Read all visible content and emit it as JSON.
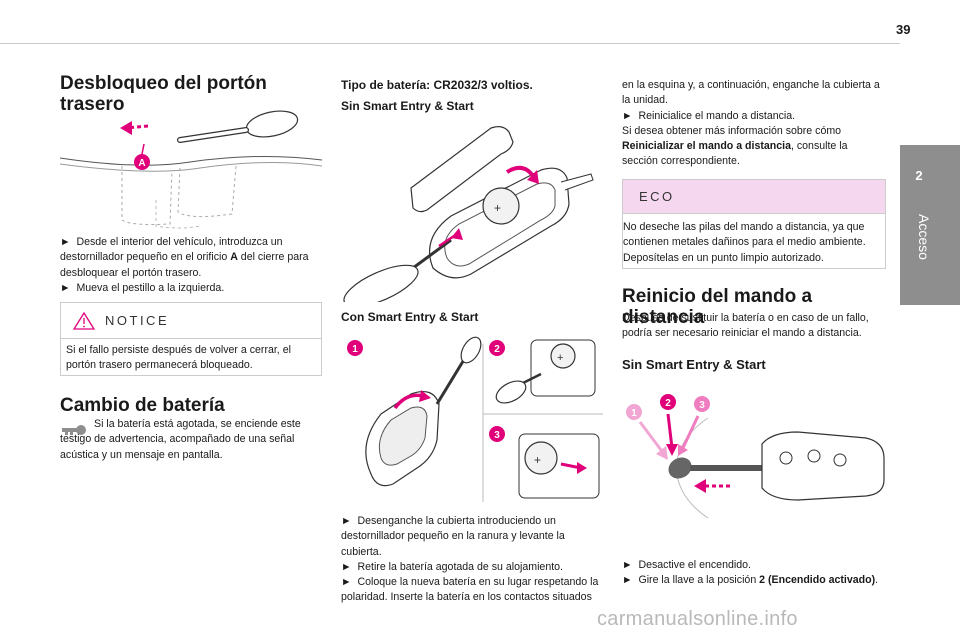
{
  "header": {
    "page_number": "39"
  },
  "side_tab": {
    "chapter": "2",
    "title": "Acceso"
  },
  "col1": {
    "heading1": "Desbloqueo del portón trasero",
    "illus1_marker": "A",
    "step1_arrow": "►",
    "step1_a": "Desde el interior del vehículo, introduzca un destornillador pequeño en el orificio ",
    "step1_bold": "A",
    "step1_b": " del cierre para desbloquear el portón trasero.",
    "step2_arrow": "►",
    "step2": "Mueva el pestillo a la izquierda.",
    "notice_label": "NOTICE",
    "notice_text": "Si el fallo persiste después de volver a cerrar, el portón trasero permanecerá bloqueado.",
    "heading2": "Cambio de batería",
    "battery_text": "Si la batería está agotada, se enciende este testigo de advertencia, acompañado de una señal acústica y un mensaje en pantalla."
  },
  "col2": {
    "battery_type": "Tipo de batería: CR2032/3 voltios.",
    "sub1": "Sin Smart Entry & Start",
    "sub2": "Con Smart Entry & Start",
    "badges": [
      "1",
      "2",
      "3"
    ],
    "step1_arrow": "►",
    "step1": "Desenganche la cubierta introduciendo un destornillador pequeño en la ranura y levante la cubierta.",
    "step2_arrow": "►",
    "step2": "Retire la batería agotada de su alojamiento.",
    "step3_arrow": "►",
    "step3": "Coloque la nueva batería en su lugar respetando la polaridad. Inserte la batería en los contactos situados"
  },
  "col3": {
    "cont_text": "en la esquina y, a continuación, enganche la cubierta a la unidad.",
    "step4_arrow": "►",
    "step4": "Reinicialice el mando a distancia.",
    "info_a": "Si desea obtener más información sobre cómo ",
    "info_bold": "Reinicializar el mando a distancia",
    "info_b": ", consulte la sección correspondiente.",
    "eco_label": "ECO",
    "eco_text": "No deseche las pilas del mando a distancia, ya que contienen metales dañinos para el medio ambiente. Deposítelas en un punto limpio autorizado.",
    "heading": "Reinicio del mando a distancia",
    "intro": "Después de sustituir la batería o en caso de un fallo, podría ser necesario reiniciar el mando a distancia.",
    "sub": "Sin Smart Entry & Start",
    "badges": [
      "1",
      "2",
      "3"
    ],
    "step1_arrow": "►",
    "step1": "Desactive el encendido.",
    "step2_arrow": "►",
    "step2_a": "Gire la llave a la posición ",
    "step2_bold": "2 (Encendido activado)",
    "step2_b": "."
  },
  "footer": {
    "watermark": "carmanualsonline.info"
  },
  "colors": {
    "accent_magenta": "#e0007a",
    "eco_fill": "#f6d7f0",
    "tab_grey": "#8e8e8e"
  }
}
